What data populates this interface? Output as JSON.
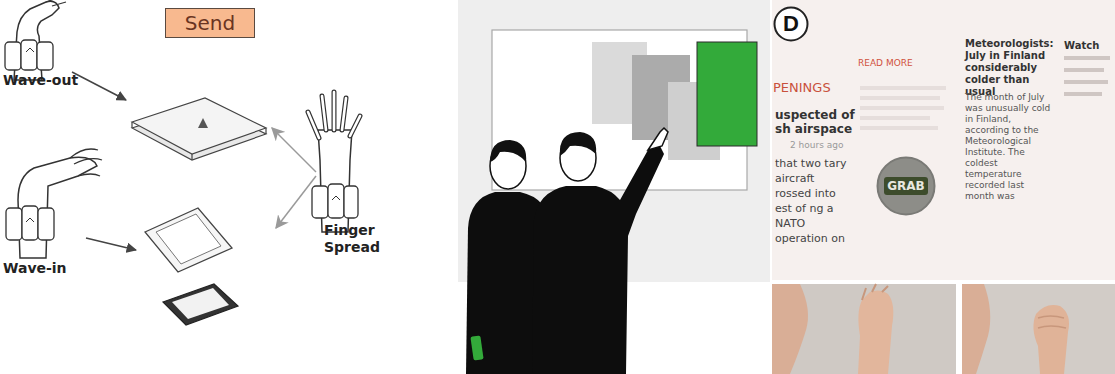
{
  "diagram": {
    "nodes": [
      {
        "text": [
          "Send"
        ]
      },
      {
        "text": [
          "D"
        ]
      },
      {
        "text": [
          "GRAB"
        ]
      }
    ],
    "labels": [
      "Wave-out",
      "Wave-in",
      "Finger Spread",
      "READ MORE",
      "PENINGS",
      "uspected of sh airspace",
      "2 hours ago",
      "that two tary aircraft rossed into est of ng a NATO operation on",
      "Meteorologists: July in Finland considerably colder than usual",
      "The month of July was unusually cold in Finland, according to the Meteorological Institute. The coldest temperature recorded last month was",
      "Watch"
    ]
  }
}
